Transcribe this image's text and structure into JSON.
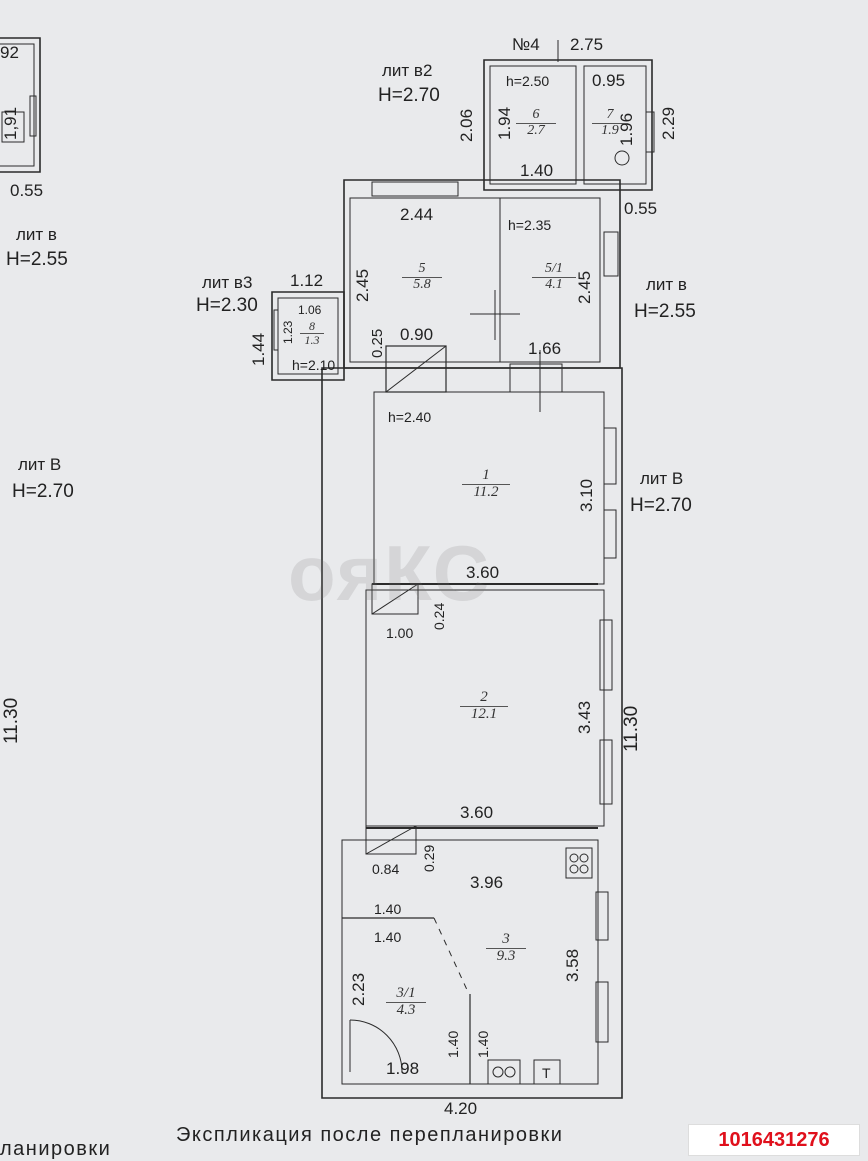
{
  "labels": {
    "top_left_num": "92",
    "top_left_dim": "1,91",
    "top_left_055": "0.55",
    "lit_v_left": "лит в",
    "h255_left": "H=2.55",
    "lit_V_left": "лит В",
    "h270_left": "H=2.70",
    "left_1130": "11.30",
    "no4": "№4",
    "d275": "2.75",
    "lit_v2": "лит в2",
    "h270_v2": "H=2.70",
    "d206": "2.06",
    "h250": "h=2.50",
    "d095": "0.95",
    "d194": "1.94",
    "d196": "1.96",
    "d229": "2.29",
    "d140_top": "1.40",
    "d055_right": "0.55",
    "d244": "2.44",
    "h235": "h=2.35",
    "lit_v3": "лит в3",
    "h230": "H=2.30",
    "d112": "1.12",
    "d245_left": "2.45",
    "d245_right": "2.45",
    "lit_v_right": "лит в",
    "h255_right": "H=2.55",
    "d106": "1.06",
    "d123": "1.23",
    "d144": "1.44",
    "h210": "h=2.10",
    "d025": "0.25",
    "d090": "0.90",
    "d166": "1.66",
    "h240": "h=2.40",
    "d310": "3.10",
    "lit_V_right": "лит В",
    "h270_right": "H=2.70",
    "d360_a": "3.60",
    "d100": "1.00",
    "d024": "0.24",
    "d343": "3.43",
    "right_1130": "11.30",
    "d360_b": "3.60",
    "d084": "0.84",
    "d029": "0.29",
    "d396": "3.96",
    "d140_a": "1.40",
    "d140_b": "1.40",
    "d358": "3.58",
    "d223": "2.23",
    "d140_v1": "1.40",
    "d140_v2": "1.40",
    "d198": "1.98",
    "d420": "4.20"
  },
  "rooms": [
    {
      "num": "6",
      "area": "2.7"
    },
    {
      "num": "7",
      "area": "1.9"
    },
    {
      "num": "5",
      "area": "5.8"
    },
    {
      "num": "5/1",
      "area": "4.1"
    },
    {
      "num": "8",
      "area": "1.3"
    },
    {
      "num": "1",
      "area": "11.2"
    },
    {
      "num": "2",
      "area": "12.1"
    },
    {
      "num": "3",
      "area": "9.3"
    },
    {
      "num": "3/1",
      "area": "4.3"
    }
  ],
  "appliance_T": "T",
  "watermark": "ояКС",
  "caption_line1": "Экспликация после перепланировки",
  "caption_line2": "ланировки",
  "listing_id": "1016431276"
}
